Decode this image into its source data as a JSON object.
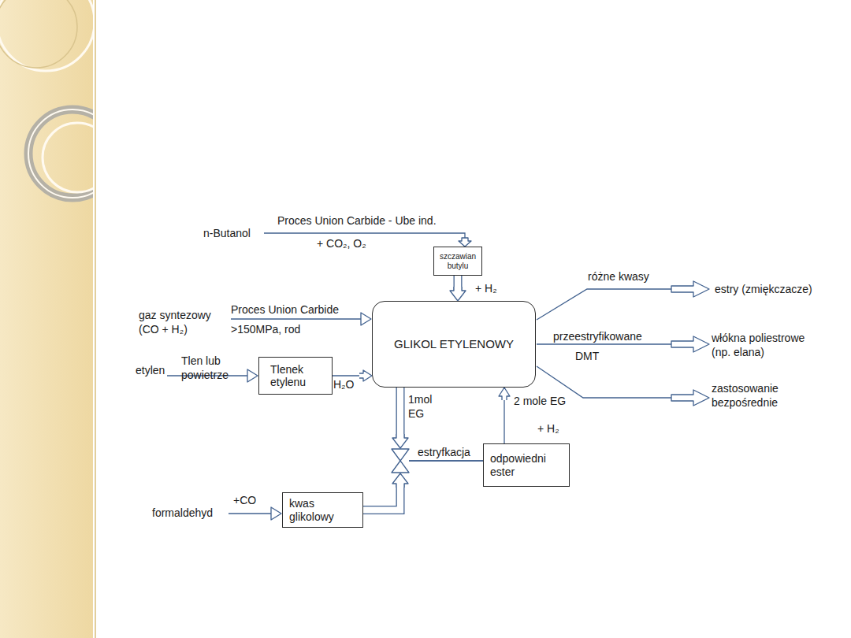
{
  "diagram": {
    "nodes": [
      {
        "text": [
          "szczawian butylu"
        ]
      },
      {
        "text": [
          "GLIKOL ETYLENOWY"
        ]
      },
      {
        "text": [
          "Tlenek etylenu"
        ]
      },
      {
        "text": [
          "odpowiedni ester"
        ]
      },
      {
        "text": [
          "kwas glikolowy"
        ]
      }
    ],
    "edges": [
      {
        "from": 0,
        "to": 1,
        "arrow": "to"
      },
      {
        "from": 2,
        "to": 1,
        "arrow": "to"
      },
      {
        "from": 3,
        "to": 1,
        "arrow": "to"
      },
      {
        "from": 1,
        "to": 3,
        "arrow": "to",
        "label": "estryfkacja"
      },
      {
        "from": 4,
        "to": 3,
        "arrow": "to"
      }
    ],
    "labels": [
      "Proces Union Carbide - Ube ind.",
      "n-Butanol",
      "+ CO₂, O₂",
      "+ H₂",
      "różne kwasy",
      "estry (zmiękczacze)",
      "gaz syntezowy (CO + H₂)",
      "Proces Union Carbide",
      ">150MPa, rod",
      "przeestryfikowane",
      "włókna poliestrowe (np. elana)",
      "DMT",
      "etylen",
      "Tlen lub powietrze",
      "H₂O",
      "zastosowanie bezpośrednie",
      "1mol EG",
      "2 mole EG",
      "+ H₂",
      "+CO",
      "formaldehyd"
    ]
  }
}
